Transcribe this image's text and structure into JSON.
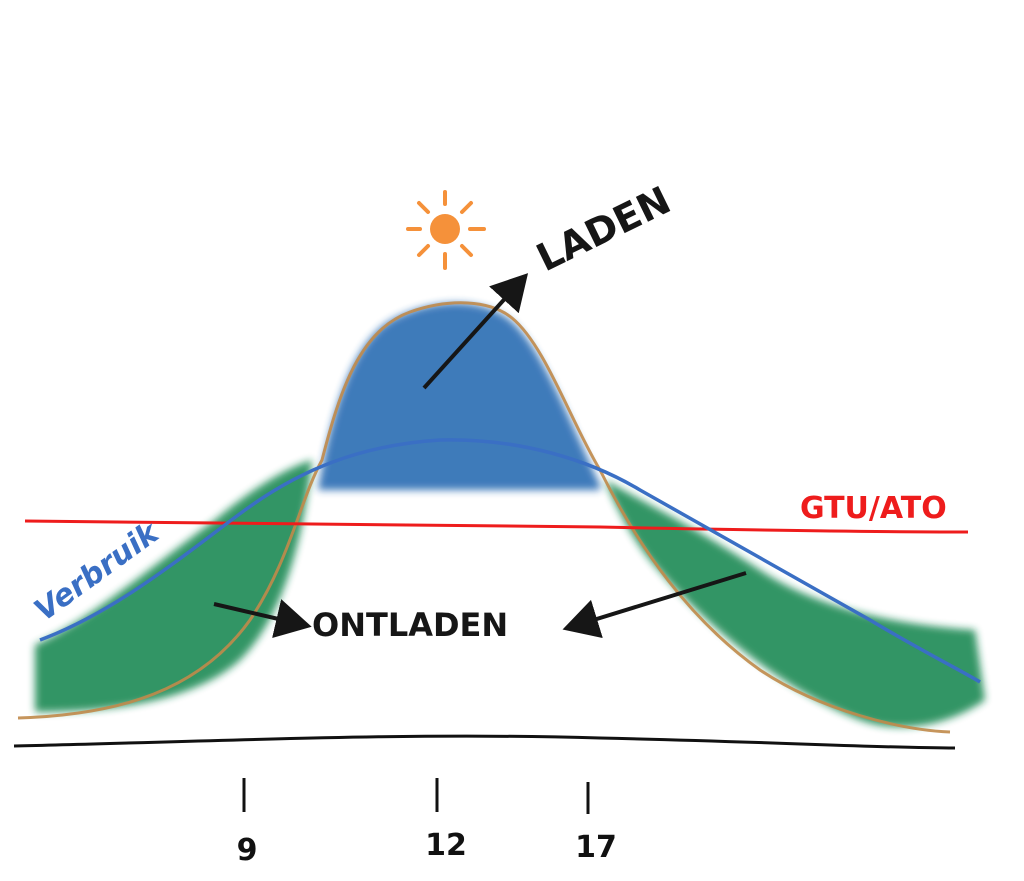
{
  "labels": {
    "laden": "LADEN",
    "ontladen": "ONTLADEN",
    "gtu_ato": "GTU/ATO",
    "verbruik": "Verbruik"
  },
  "ticks": [
    {
      "label": "9"
    },
    {
      "label": "12"
    },
    {
      "label": "17"
    }
  ],
  "colors": {
    "production_fill": "#2f6fb5",
    "discharge_fill": "#1d8a55",
    "consumption_line": "#3a6fc4",
    "production_line": "#c08a4a",
    "threshold_line": "#ee1c1c",
    "baseline": "#111111",
    "sun": "#f5913a",
    "ink": "#161616"
  },
  "icons": {
    "sun": "sun-icon"
  }
}
